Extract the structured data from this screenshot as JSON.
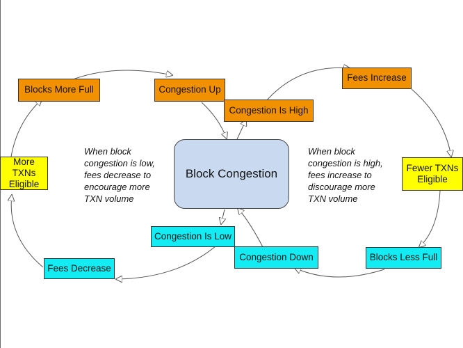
{
  "diagram": {
    "center": "Block Congestion",
    "left_note": "When block congestion is low, fees decrease to encourage more TXN volume",
    "right_note": "When block congestion is high, fees increase to discourage more TXN volume",
    "nodes": {
      "blocks_more_full": "Blocks More Full",
      "congestion_up": "Congestion Up",
      "congestion_is_high": "Congestion Is High",
      "fees_increase": "Fees Increase",
      "more_txns_eligible": "More TXNs Eligible",
      "fewer_txns_eligible": "Fewer TXNs Eligible",
      "congestion_is_low": "Congestion Is Low",
      "congestion_down": "Congestion Down",
      "fees_decrease": "Fees Decrease",
      "blocks_less_full": "Blocks Less Full"
    },
    "colors": {
      "high_side": "#f29100",
      "low_side": "#13ecf3",
      "eligibility": "#ffff00",
      "center": "#c9daf0"
    }
  }
}
